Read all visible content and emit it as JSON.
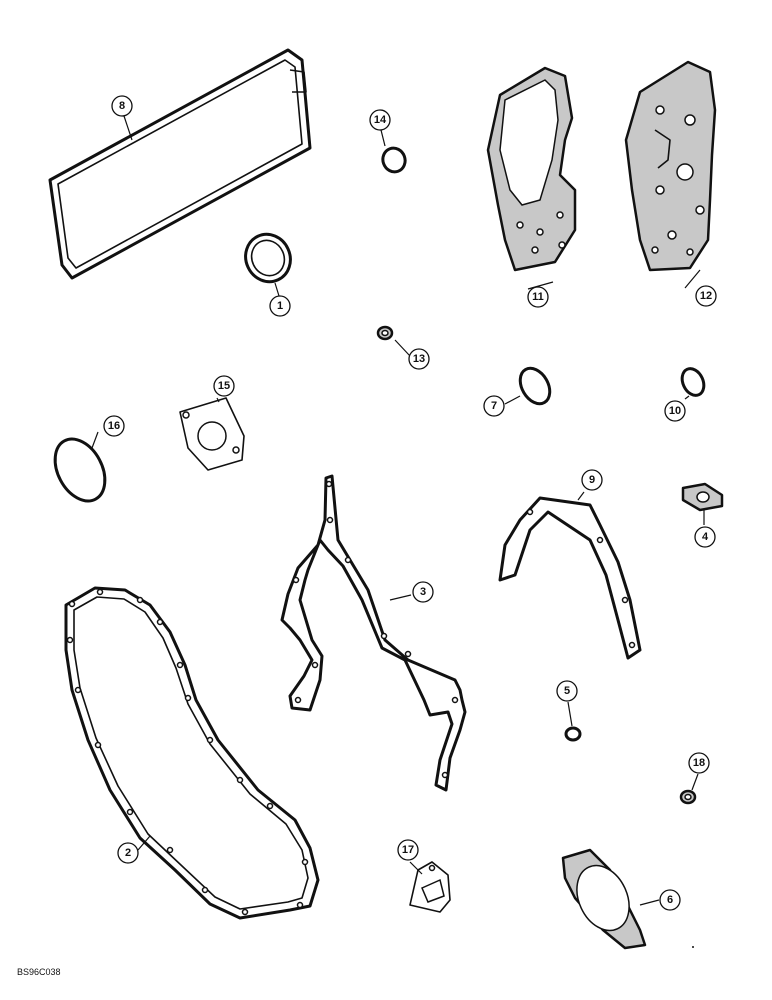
{
  "figure_code": "BS96C038",
  "callouts": [
    "1",
    "2",
    "3",
    "4",
    "5",
    "6",
    "7",
    "8",
    "9",
    "10",
    "11",
    "12",
    "13",
    "14",
    "15",
    "16",
    "17",
    "18"
  ],
  "colors": {
    "line": "#111111",
    "gasket_fill": "#c8c8c8",
    "background": "#ffffff"
  }
}
